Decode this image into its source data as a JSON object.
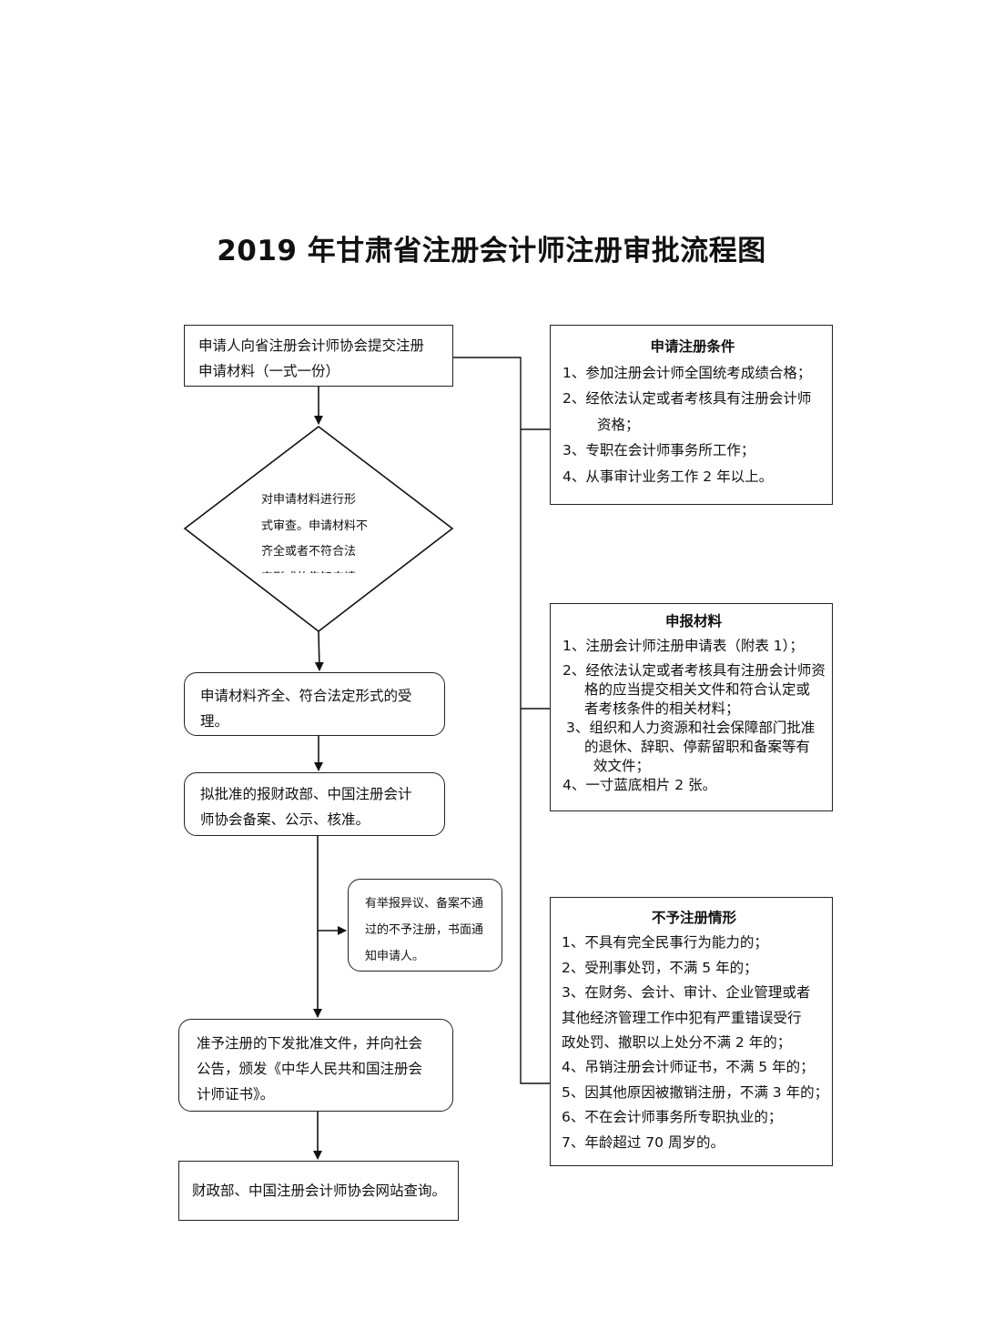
{
  "title": "2019 年甘肃省注册会计师注册审批流程图",
  "flow": {
    "submit": [
      "申请人向省注册会计师协会提交注册",
      "申请材料（一式一份）"
    ],
    "review": [
      "对申请材料进行形",
      "式审查。申请材料不",
      "齐全或者不符合法",
      "定形式的告知申请"
    ],
    "accept": [
      "申请材料齐全、符合法定形式的受",
      "理。"
    ],
    "report": [
      "拟批准的报财政部、中国注册会计",
      "师协会备案、公示、核准。"
    ],
    "objection": [
      "有举报异议、备案不通",
      "过的不予注册，书面通",
      "知申请人。"
    ],
    "approve": [
      "准予注册的下发批准文件，并向社会",
      "公告，颁发《中华人民共和国注册会",
      "计师证书》。"
    ],
    "query": "财政部、中国注册会计师协会网站查询。"
  },
  "conditions": {
    "title": "申请注册条件",
    "items": [
      "1、参加注册会计师全国统考成绩合格；",
      "2、经依法认定或者考核具有注册会计师",
      "资格；",
      "3、专职在会计师事务所工作；",
      "4、从事审计业务工作 2 年以上。"
    ]
  },
  "materials": {
    "title": "申报材料",
    "items": [
      "1、注册会计师注册申请表（附表 1）；",
      "2、经依法认定或者考核具有注册会计师资",
      "格的应当提交相关文件和符合认定或",
      "者考核条件的相关材料；",
      "3、组织和人力资源和社会保障部门批准",
      "的退休、辞职、停薪留职和备案等有",
      "效文件；",
      "4、一寸蓝底相片 2 张。"
    ]
  },
  "refusal": {
    "title": "不予注册情形",
    "items": [
      "1、不具有完全民事行为能力的；",
      "2、受刑事处罚，不满 5 年的；",
      "3、在财务、会计、审计、企业管理或者",
      "其他经济管理工作中犯有严重错误受行",
      "政处罚、撤职以上处分不满 2 年的；",
      "4、吊销注册会计师证书，不满 5 年的；",
      "5、因其他原因被撤销注册，不满 3 年的；",
      "6、不在会计师事务所专职执业的；",
      "7、年龄超过 70 周岁的。"
    ]
  }
}
